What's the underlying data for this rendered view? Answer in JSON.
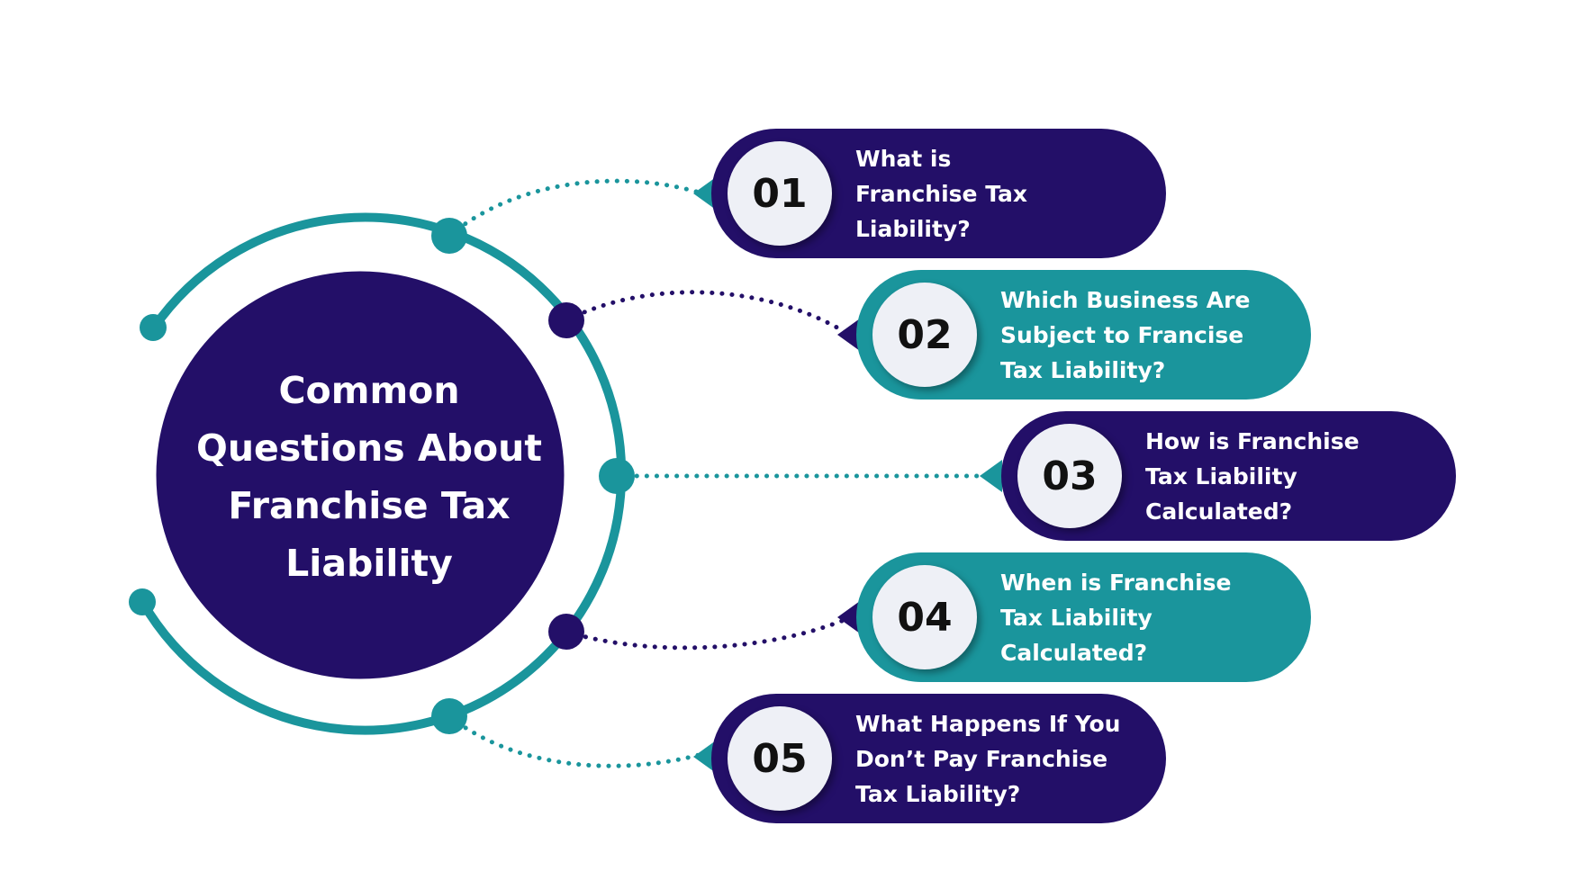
{
  "hub": {
    "title_lines": [
      "Common",
      "Questions About",
      "Franchise Tax",
      "Liability"
    ]
  },
  "colors": {
    "navy": "#230f68",
    "teal": "#1a959c",
    "number_circle": "#eef0f6",
    "background": "#ffffff"
  },
  "items": [
    {
      "number": "01",
      "color": "navy",
      "lines": [
        "What is",
        "Franchise Tax",
        "Liability?"
      ]
    },
    {
      "number": "02",
      "color": "teal",
      "lines": [
        "Which Business Are",
        "Subject to Francise",
        "Tax Liability?"
      ]
    },
    {
      "number": "03",
      "color": "navy",
      "lines": [
        "How is Franchise",
        "Tax Liability",
        "Calculated?"
      ]
    },
    {
      "number": "04",
      "color": "teal",
      "lines": [
        "When is Franchise",
        "Tax Liability",
        "Calculated?"
      ]
    },
    {
      "number": "05",
      "color": "navy",
      "lines": [
        "What Happens If You",
        "Don’t Pay Franchise",
        "Tax Liability?"
      ]
    }
  ]
}
